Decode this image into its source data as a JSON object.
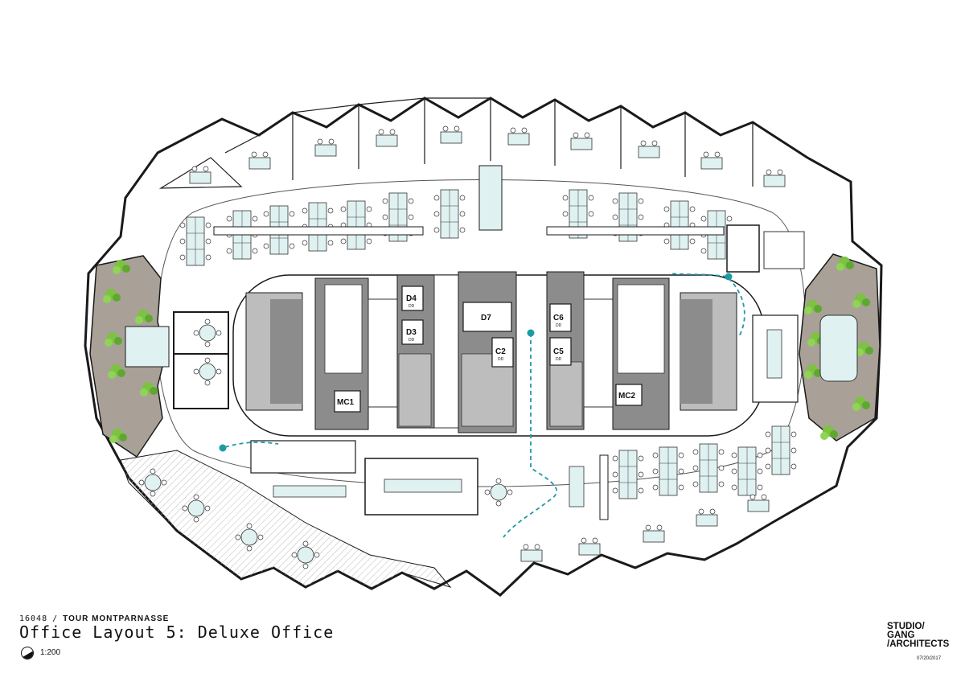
{
  "project": {
    "number": "16048",
    "separator": "/",
    "name": "TOUR MONTPARNASSE"
  },
  "drawing_title": "Office Layout 5: Deluxe Office",
  "scale": "1:200",
  "firm": {
    "line1": "STUDIO/",
    "line2": "GANG",
    "line3": "/ARCHITECTS"
  },
  "date": "07/20/2017",
  "rooms": {
    "d4": {
      "label": "D4",
      "sub": "DD"
    },
    "d3": {
      "label": "D3",
      "sub": "DD"
    },
    "d7": {
      "label": "D7"
    },
    "c2": {
      "label": "C2",
      "sub": "DD"
    },
    "c6": {
      "label": "C6",
      "sub": "DD"
    },
    "c5": {
      "label": "C5",
      "sub": "DD"
    },
    "mc1": {
      "label": "MC1"
    },
    "mc2": {
      "label": "MC2"
    }
  },
  "colors": {
    "glass": "#dff1f1",
    "core": "#8c8c8c",
    "core_light": "#bdbdbd",
    "terrace": "#a9a197",
    "planting": "#7dc242",
    "route": "#1e9aa6",
    "wall": "#1a1a1a"
  }
}
